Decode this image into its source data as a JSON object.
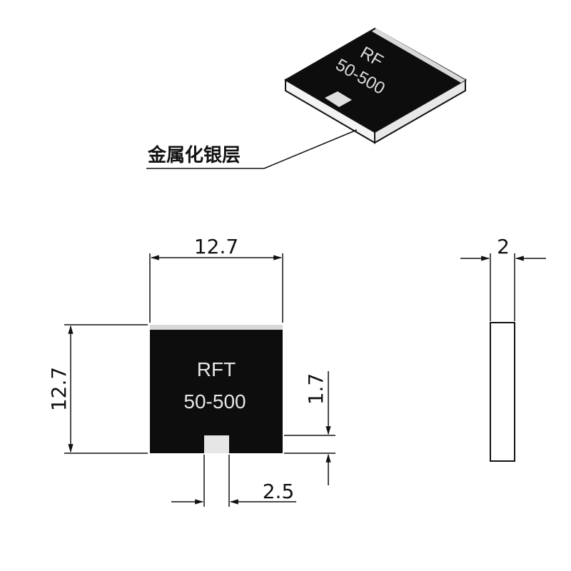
{
  "callout": {
    "label": "金属化银层"
  },
  "chip": {
    "marking_line1": "RFT",
    "marking_line2": "50-500",
    "iso_marking_line1": "RF",
    "iso_marking_line2": "50-500"
  },
  "dimensions": {
    "width": "12.7",
    "height": "12.7",
    "pad_height": "1.7",
    "pad_width": "2.5",
    "thickness": "2"
  },
  "colors": {
    "body": "#0d0d0d",
    "silver": "#d9d9d9",
    "line": "#111111"
  }
}
